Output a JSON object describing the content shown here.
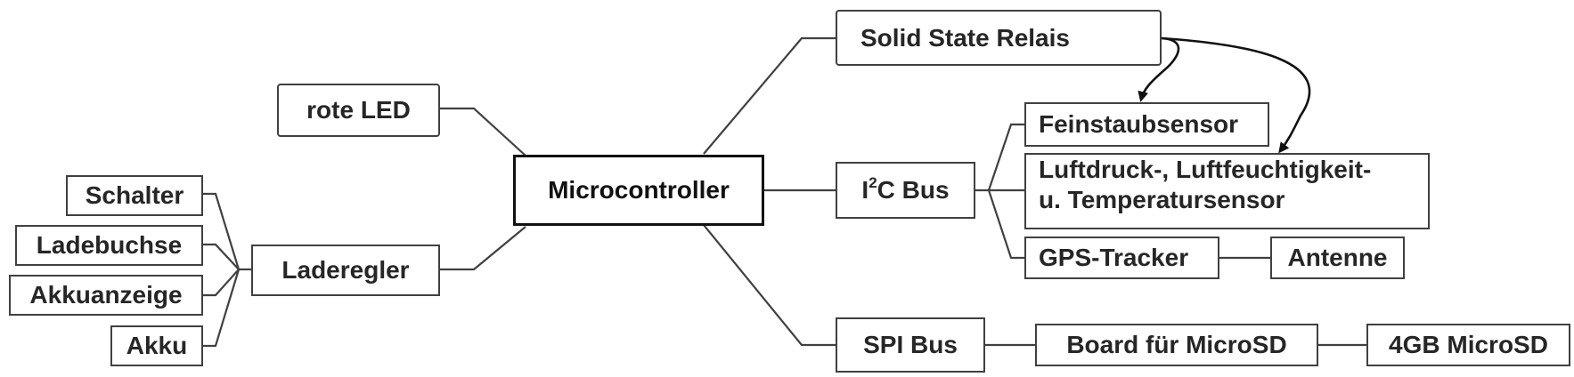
{
  "diagram": {
    "nodes": {
      "microcontroller": "Microcontroller",
      "rote_led": "rote LED",
      "laderegler": "Laderegler",
      "schalter": "Schalter",
      "ladebuchse": "Ladebuchse",
      "akkuanzeige": "Akkuanzeige",
      "akku": "Akku",
      "solid_state_relais": "Solid State Relais",
      "i2c_bus": {
        "prefix": "I",
        "superscript": "2",
        "suffix": "C Bus"
      },
      "feinstaubsensor": "Feinstaubsensor",
      "luftdruck_line1": "Luftdruck-, Luftfeuchtigkeit-",
      "luftdruck_line2": "u. Temperatursensor",
      "gps_tracker": "GPS-Tracker",
      "antenne": "Antenne",
      "spi_bus": "SPI Bus",
      "board_microsd": "Board für MicroSD",
      "microsd_4gb": "4GB MicroSD"
    },
    "colors": {
      "line": "#404040",
      "text": "#262626",
      "box_border": "#404040",
      "main_border": "#111111"
    }
  }
}
